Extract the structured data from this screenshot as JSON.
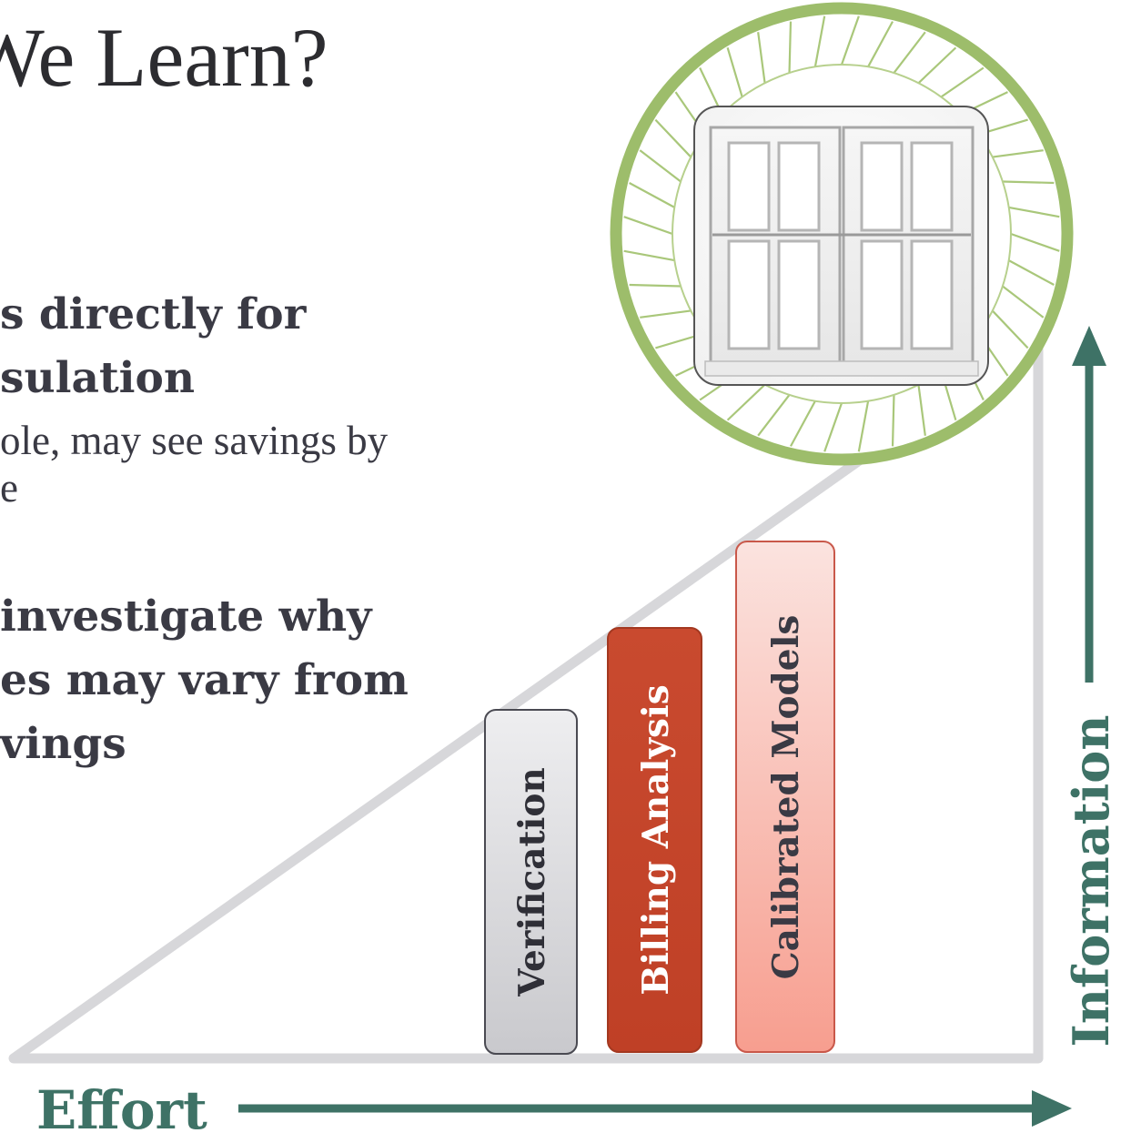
{
  "slide": {
    "title": "We Learn?",
    "bullets": [
      {
        "text": "s directly for",
        "style": "bold"
      },
      {
        "text": "sulation",
        "style": "bold"
      },
      {
        "text": "ole, may see savings by",
        "style": "regular"
      },
      {
        "text": "e",
        "style": "regular"
      },
      {
        "text": "investigate why",
        "style": "bold"
      },
      {
        "text": "es may vary from",
        "style": "bold"
      },
      {
        "text": "vings",
        "style": "bold"
      }
    ]
  },
  "diagram": {
    "bars": [
      {
        "label": "Verification",
        "color": "#d6d6d9",
        "text_color": "#2f2f37"
      },
      {
        "label": "Billing Analysis",
        "color": "#c4452b",
        "text_color": "#ffffff"
      },
      {
        "label": "Calibrated Models",
        "color": "#f7a89a",
        "text_color": "#3a3a44"
      }
    ],
    "x_axis_label": "Effort",
    "y_axis_label": "Information",
    "colors": {
      "axis": "#3e7266",
      "triangle": "#d7d7da",
      "ring": "#9dbd6b"
    },
    "image": {
      "icon": "window-icon"
    }
  }
}
